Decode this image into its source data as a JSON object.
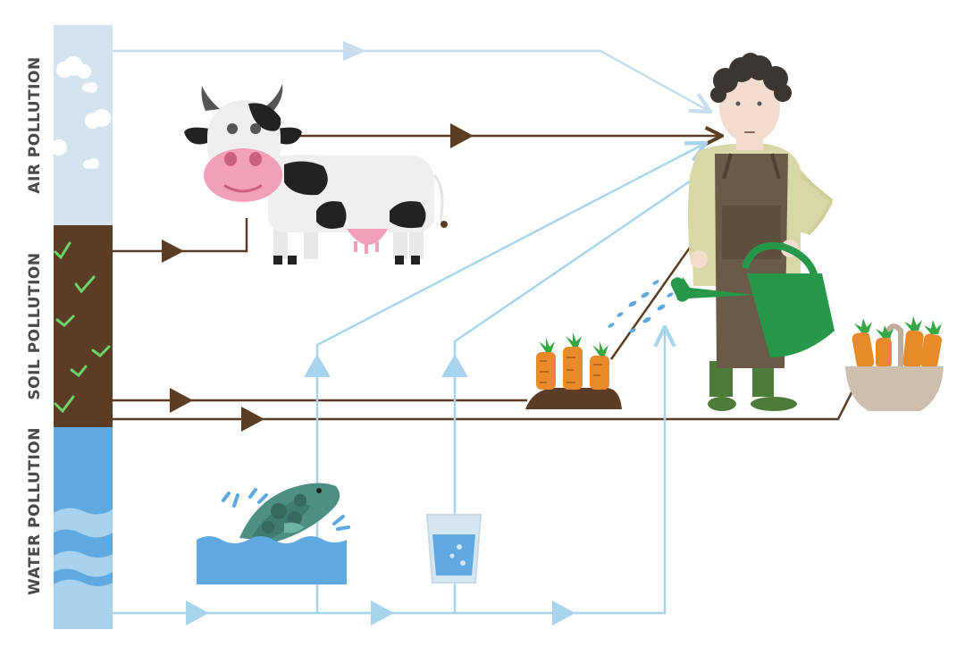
{
  "labels": {
    "air": "AIR POLLUTION",
    "soil": "SOIL POLLUTION",
    "water": "WATER POLLUTION"
  },
  "colors": {
    "air": "#d3e3ee",
    "soil": "#5a3d24",
    "water_light": "#a9d2ee",
    "water_dark": "#5fa9e0",
    "flow_air": "#cde0ee",
    "flow_water": "#a8d4ee",
    "flow_soil": "#5a3d24",
    "cow_spots": "#222222",
    "cow_nose": "#f2a0b8",
    "carrot": "#e8892a",
    "leaf": "#38a844",
    "watering_can": "#27974a",
    "apron": "#6b5a48"
  },
  "icons": [
    "cloud-icon",
    "grass-icon",
    "wave-icon",
    "cow-icon",
    "fish-icon",
    "water-glass-icon",
    "carrot-patch-icon",
    "carrot-basket-icon",
    "farmer-icon",
    "watering-can-icon"
  ]
}
